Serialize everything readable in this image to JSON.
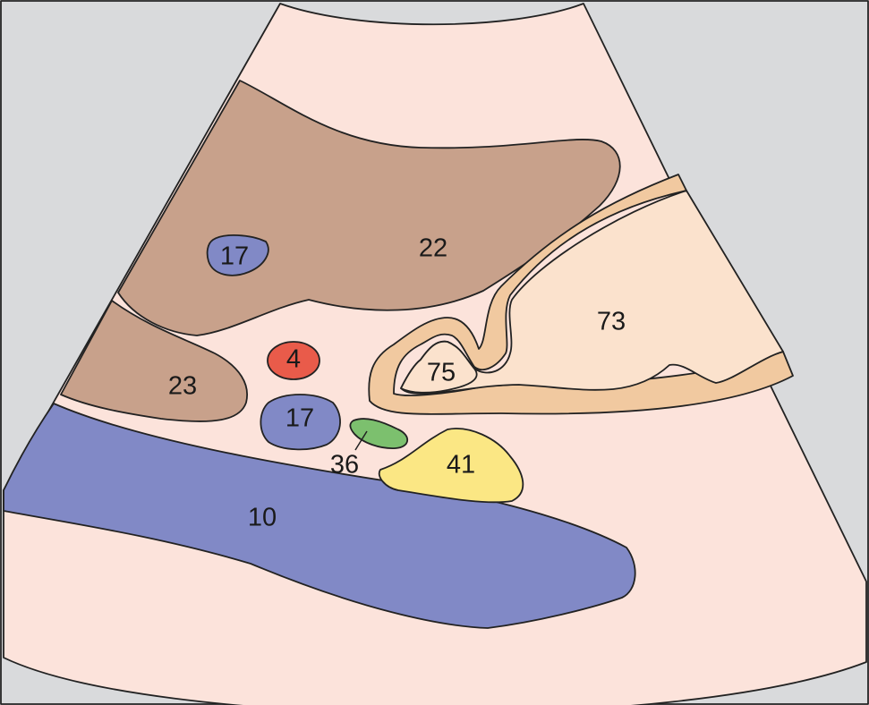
{
  "colors": {
    "background": "#d9dadc",
    "field": "#fce3db",
    "brown": "#c8a18b",
    "blue": "#8189c6",
    "red": "#e95b4a",
    "green": "#7cc06e",
    "yellow": "#fbe784",
    "peach": "#f1c9a0",
    "cream": "#fbe2cd"
  },
  "labels": {
    "l22": "22",
    "l17_top": "17",
    "l23": "23",
    "l4": "4",
    "l17_mid": "17",
    "l36": "36",
    "l41": "41",
    "l10": "10",
    "l73": "73",
    "l75": "75"
  }
}
